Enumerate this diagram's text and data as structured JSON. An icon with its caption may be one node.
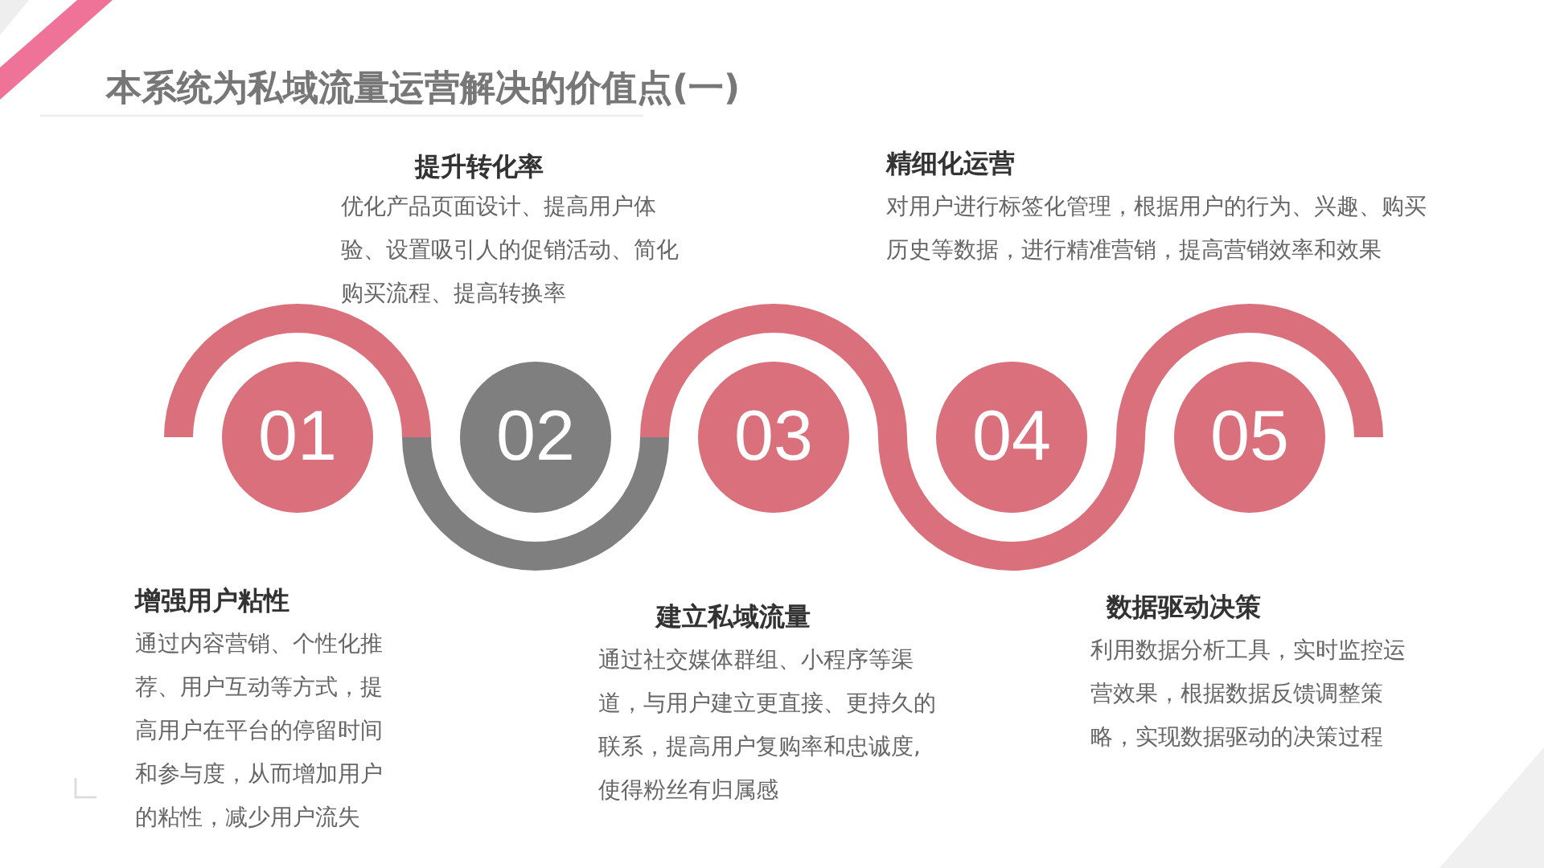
{
  "diagram": {
    "title": "本系统为私域流量运营解决的价值点(一)",
    "nodes": [
      {
        "text": [
          "01"
        ],
        "beside": [
          "增强用户粘性",
          "通过内容营销、个性化推荐、用户互动等方式，提高用户在平台的停留时间和参与度，从而增加用户的粘性，减少用户流失"
        ]
      },
      {
        "text": [
          "02"
        ],
        "beside": [
          "提升转化率",
          "优化产品页面设计、提高用户体验、设置吸引人的促销活动、简化购买流程、提高转换率"
        ]
      },
      {
        "text": [
          "03"
        ],
        "beside": [
          "建立私域流量",
          "通过社交媒体群组、小程序等渠道，与用户建立更直接、更持久的联系，提高用户复购率和忠诚度,使得粉丝有归属感"
        ]
      },
      {
        "text": [
          "04"
        ],
        "beside": [
          "精细化运营",
          "对用户进行标签化管理，根据用户的行为、兴趣、购买历史等数据，进行精准营销，提高营销效率和效果"
        ]
      },
      {
        "text": [
          "05"
        ],
        "beside": [
          "数据驱动决策",
          "利用数据分析工具，实时监控运营效果，根据数据反馈调整策略，实现数据驱动的决策过程"
        ]
      }
    ]
  }
}
